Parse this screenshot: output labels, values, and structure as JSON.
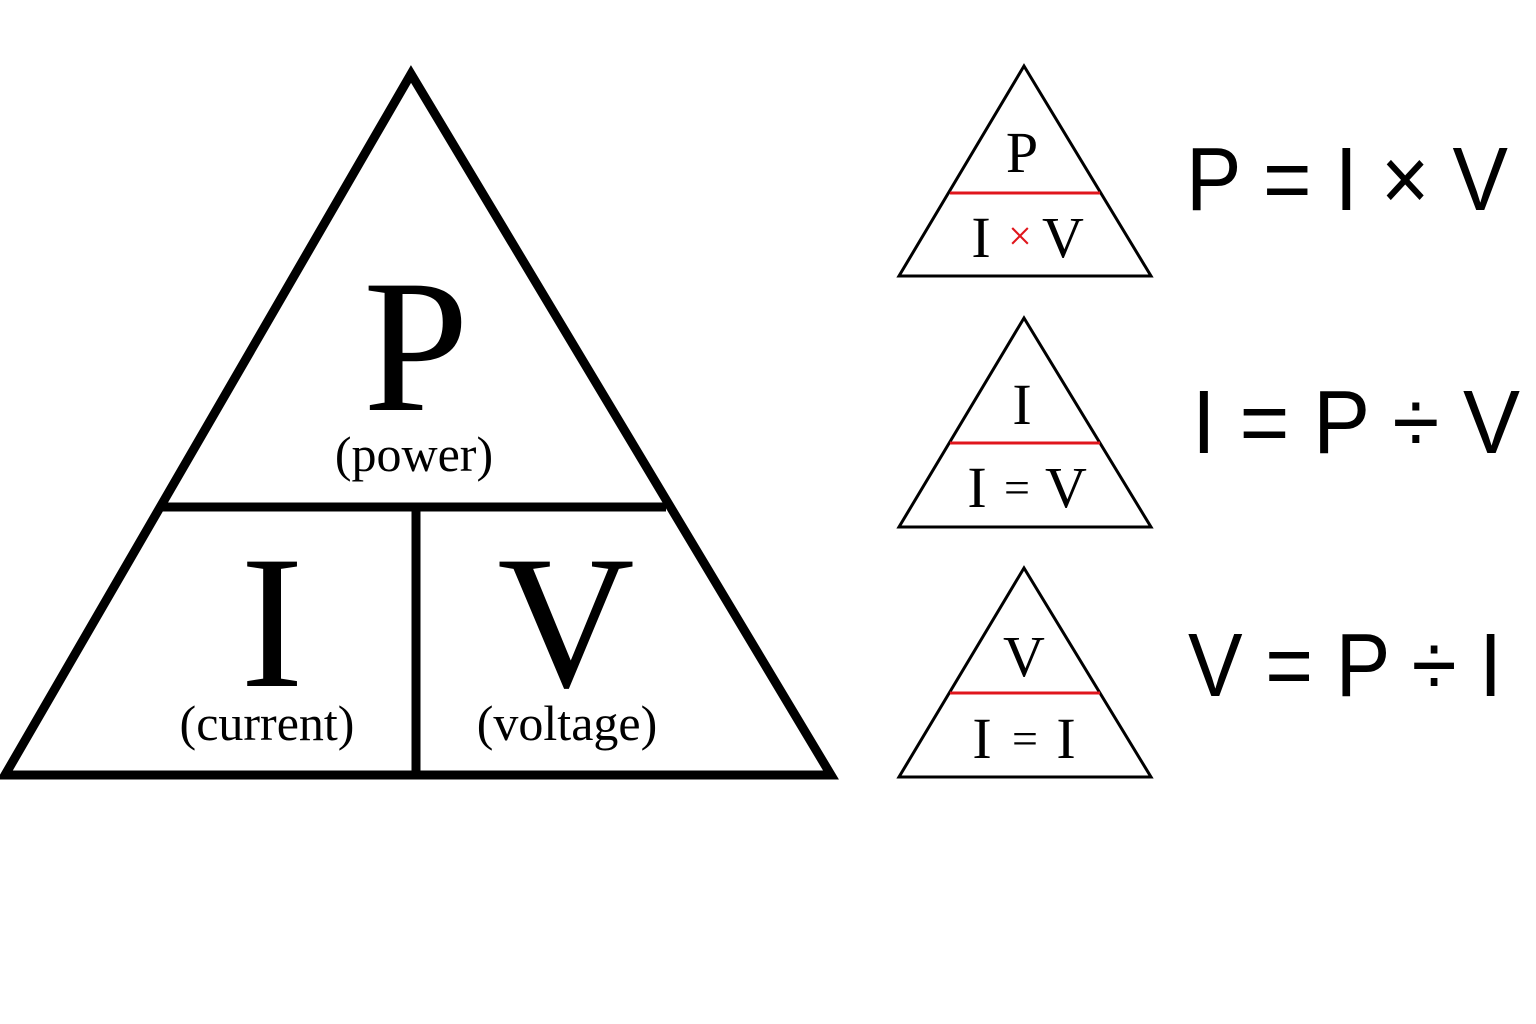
{
  "colors": {
    "stroke": "#000000",
    "accent": "#e0161c",
    "text": "#000000",
    "background": "#ffffff"
  },
  "main_triangle": {
    "top": {
      "symbol": "P",
      "caption": "(power)"
    },
    "bottom_left": {
      "symbol": "I",
      "caption": "(current)"
    },
    "bottom_right": {
      "symbol": "V",
      "caption": "(voltage)"
    }
  },
  "small_triangles": [
    {
      "top": "P",
      "bottom_left": "I",
      "operator": "×",
      "bottom_right": "V",
      "formula": "P = I × V"
    },
    {
      "top": "I",
      "bottom_left": "I",
      "operator": "=",
      "bottom_right": "V",
      "formula": "I = P ÷ V"
    },
    {
      "top": "V",
      "bottom_left": "I",
      "operator": "=",
      "bottom_right": "I",
      "formula": "V = P ÷ I"
    }
  ]
}
